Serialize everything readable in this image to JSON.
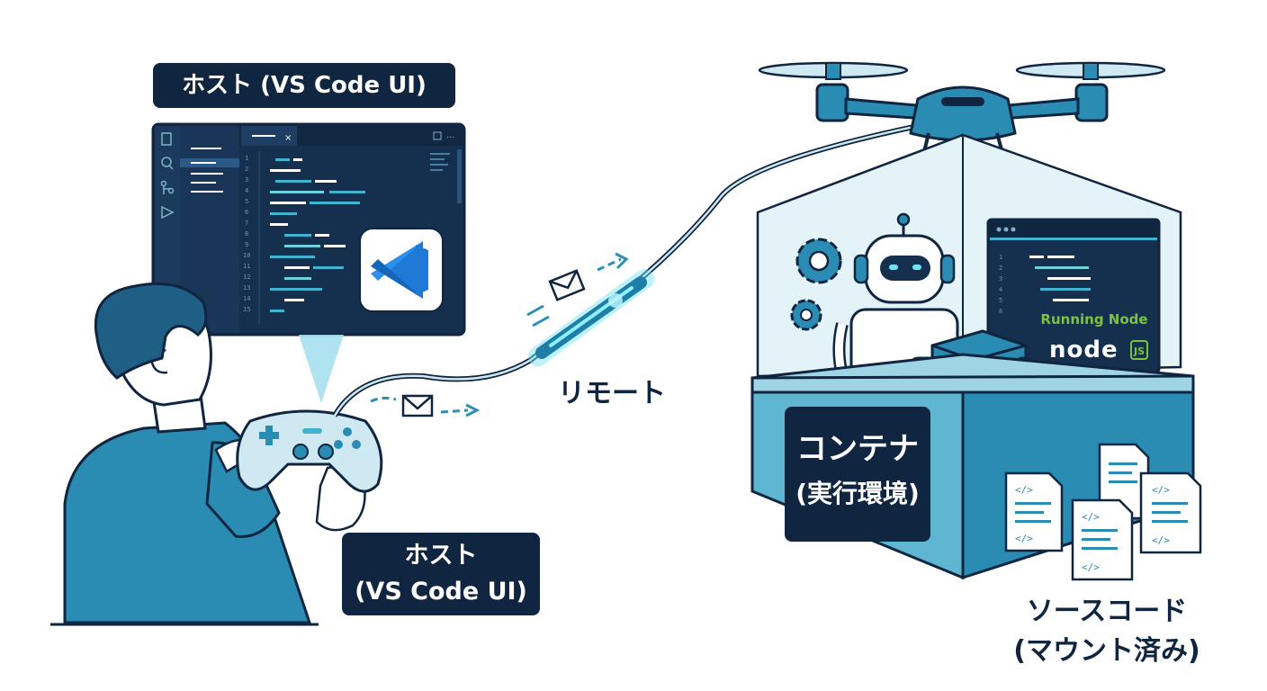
{
  "labels": {
    "host_top": "ホスト (VS Code UI)",
    "host_bottom_line1": "ホスト",
    "host_bottom_line2": "(VS Code UI)",
    "remote": "リモート",
    "container_line1": "コンテナ",
    "container_line2": "(実行環境)",
    "source_line1": "ソースコード",
    "source_line2": "(マウント済み)"
  },
  "terminal": {
    "running": "Running Node",
    "node_logo": "node",
    "js_badge": "JS"
  },
  "icons": {
    "editor": "vscode-logo",
    "explorer": "files-icon",
    "search": "search-icon",
    "git": "source-control-icon",
    "debug": "run-debug-icon",
    "message": "envelope-icon",
    "code_file": "code-file-icon"
  },
  "colors": {
    "ink": "#0f2540",
    "editor_bg": "#15304f",
    "teal": "#2b8fb3",
    "light_teal": "#cfe9f2",
    "cable_glow": "#6fe3f5",
    "vscode_blue": "#1e7ad6",
    "node_green": "#7cc242"
  }
}
